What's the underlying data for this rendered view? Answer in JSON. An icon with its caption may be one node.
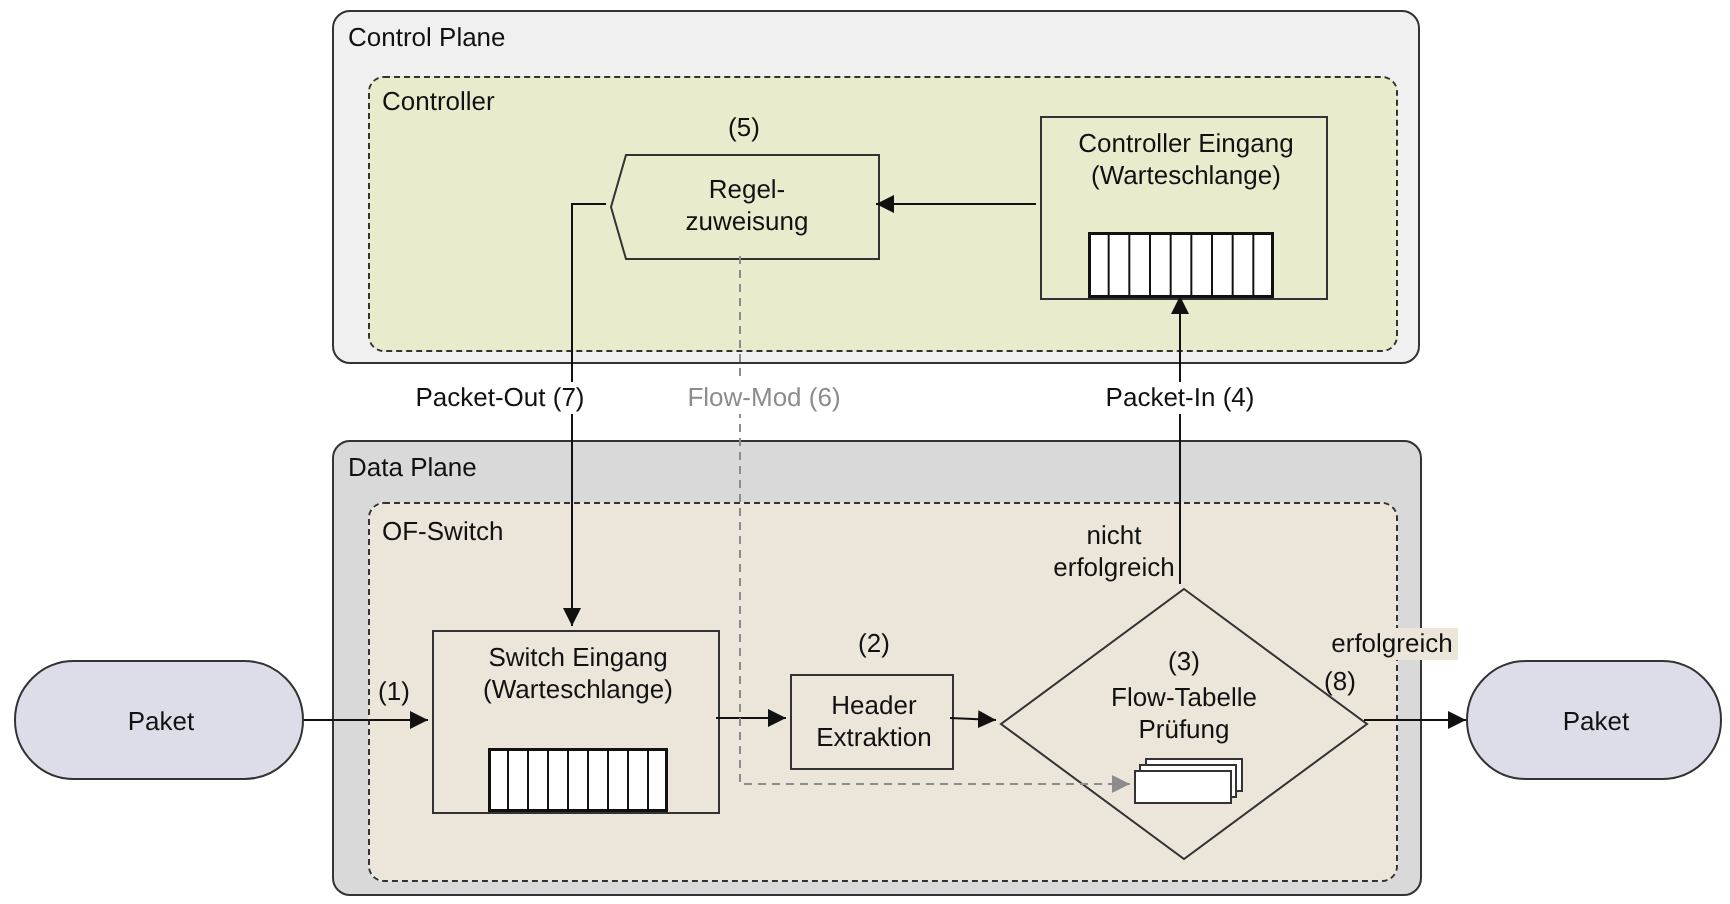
{
  "diagram": {
    "nodes": [
      {
        "text": [
          "Control Plane"
        ]
      },
      {
        "text": [
          "Controller"
        ],
        "in": 0
      },
      {
        "text": [
          "(5)",
          "Regel- zuweisung"
        ],
        "in": 1
      },
      {
        "text": [
          "Controller Eingang (Warteschlange)"
        ],
        "in": 1
      },
      {
        "text": [
          "Data Plane"
        ]
      },
      {
        "text": [
          "OF-Switch"
        ],
        "in": 4
      },
      {
        "text": [
          "Switch Eingang (Warteschlange)"
        ],
        "in": 5
      },
      {
        "text": [
          "(2)",
          "Header Extraktion"
        ],
        "in": 5
      },
      {
        "text": [
          "(3)",
          "Flow-Tabelle Prüfung"
        ],
        "in": 5
      },
      {
        "text": [
          "Paket"
        ]
      },
      {
        "text": [
          "Paket"
        ]
      },
      {
        "text": [],
        "shape": "box",
        "in": 8
      }
    ],
    "edges": [
      {
        "from": 9,
        "to": 6,
        "arrow": "to",
        "label": "(1)"
      },
      {
        "from": 6,
        "to": 7,
        "arrow": "to"
      },
      {
        "from": 7,
        "to": 8,
        "arrow": "to"
      },
      {
        "from": 8,
        "to": 3,
        "arrow": "to",
        "label": "Packet-In (4)"
      },
      {
        "from": 3,
        "to": 2,
        "arrow": "to"
      },
      {
        "from": 2,
        "to": 6,
        "arrow": "to",
        "label": "Packet-Out (7)"
      },
      {
        "from": 2,
        "to": 11,
        "arrow": "to",
        "label": "Flow-Mod (6)",
        "style": "dashed",
        "color": "#8c8c8c"
      },
      {
        "from": 8,
        "to": 10,
        "arrow": "to",
        "label": "(8)"
      }
    ],
    "labels": [
      "nicht erfolgreich",
      "erfolgreich"
    ]
  }
}
